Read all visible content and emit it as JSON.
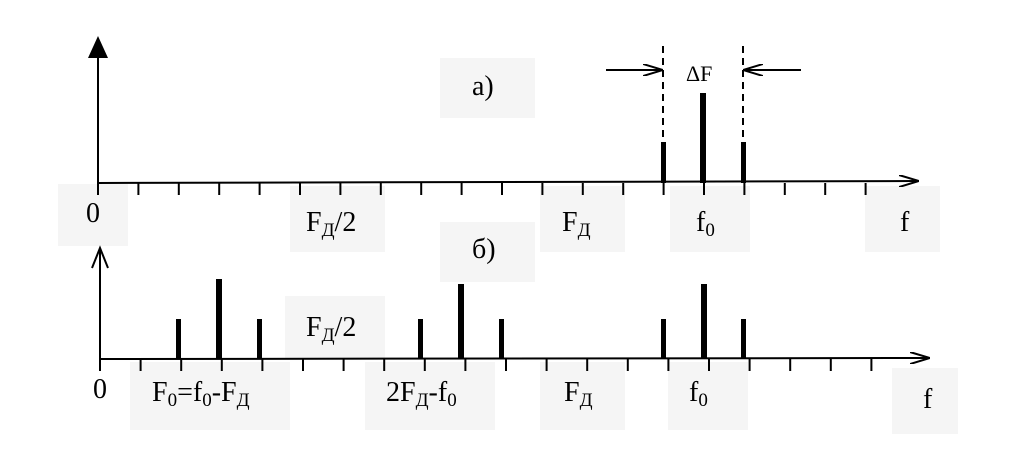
{
  "top_panel": {
    "label": "а)",
    "origin_label": "0",
    "axis_label": "f",
    "half_fs_label": {
      "main": "F",
      "sub": "Д",
      "tail": "/2"
    },
    "fs_label": {
      "main": "F",
      "sub": "Д"
    },
    "f0_label": {
      "main": "f",
      "sub": "0"
    },
    "delta_label": "ΔF"
  },
  "bottom_panel": {
    "label": "б)",
    "origin_label": "0",
    "axis_label": "f",
    "half_fs_label": {
      "main": "F",
      "sub": "Д",
      "tail": "/2"
    },
    "fs_label": {
      "main": "F",
      "sub": "Д"
    },
    "f0_label": {
      "main": "f",
      "sub": "0"
    },
    "F0_label": {
      "a": "F",
      "a_sub": "0",
      "b": "=f",
      "b_sub": "0",
      "c": "-F",
      "c_sub": "Д"
    },
    "twoFs_label": {
      "a": "2F",
      "a_sub": "Д",
      "b": "-f",
      "b_sub": "0"
    }
  },
  "colors": {
    "ink": "#000000",
    "label_bg": "#f5f5f5"
  }
}
